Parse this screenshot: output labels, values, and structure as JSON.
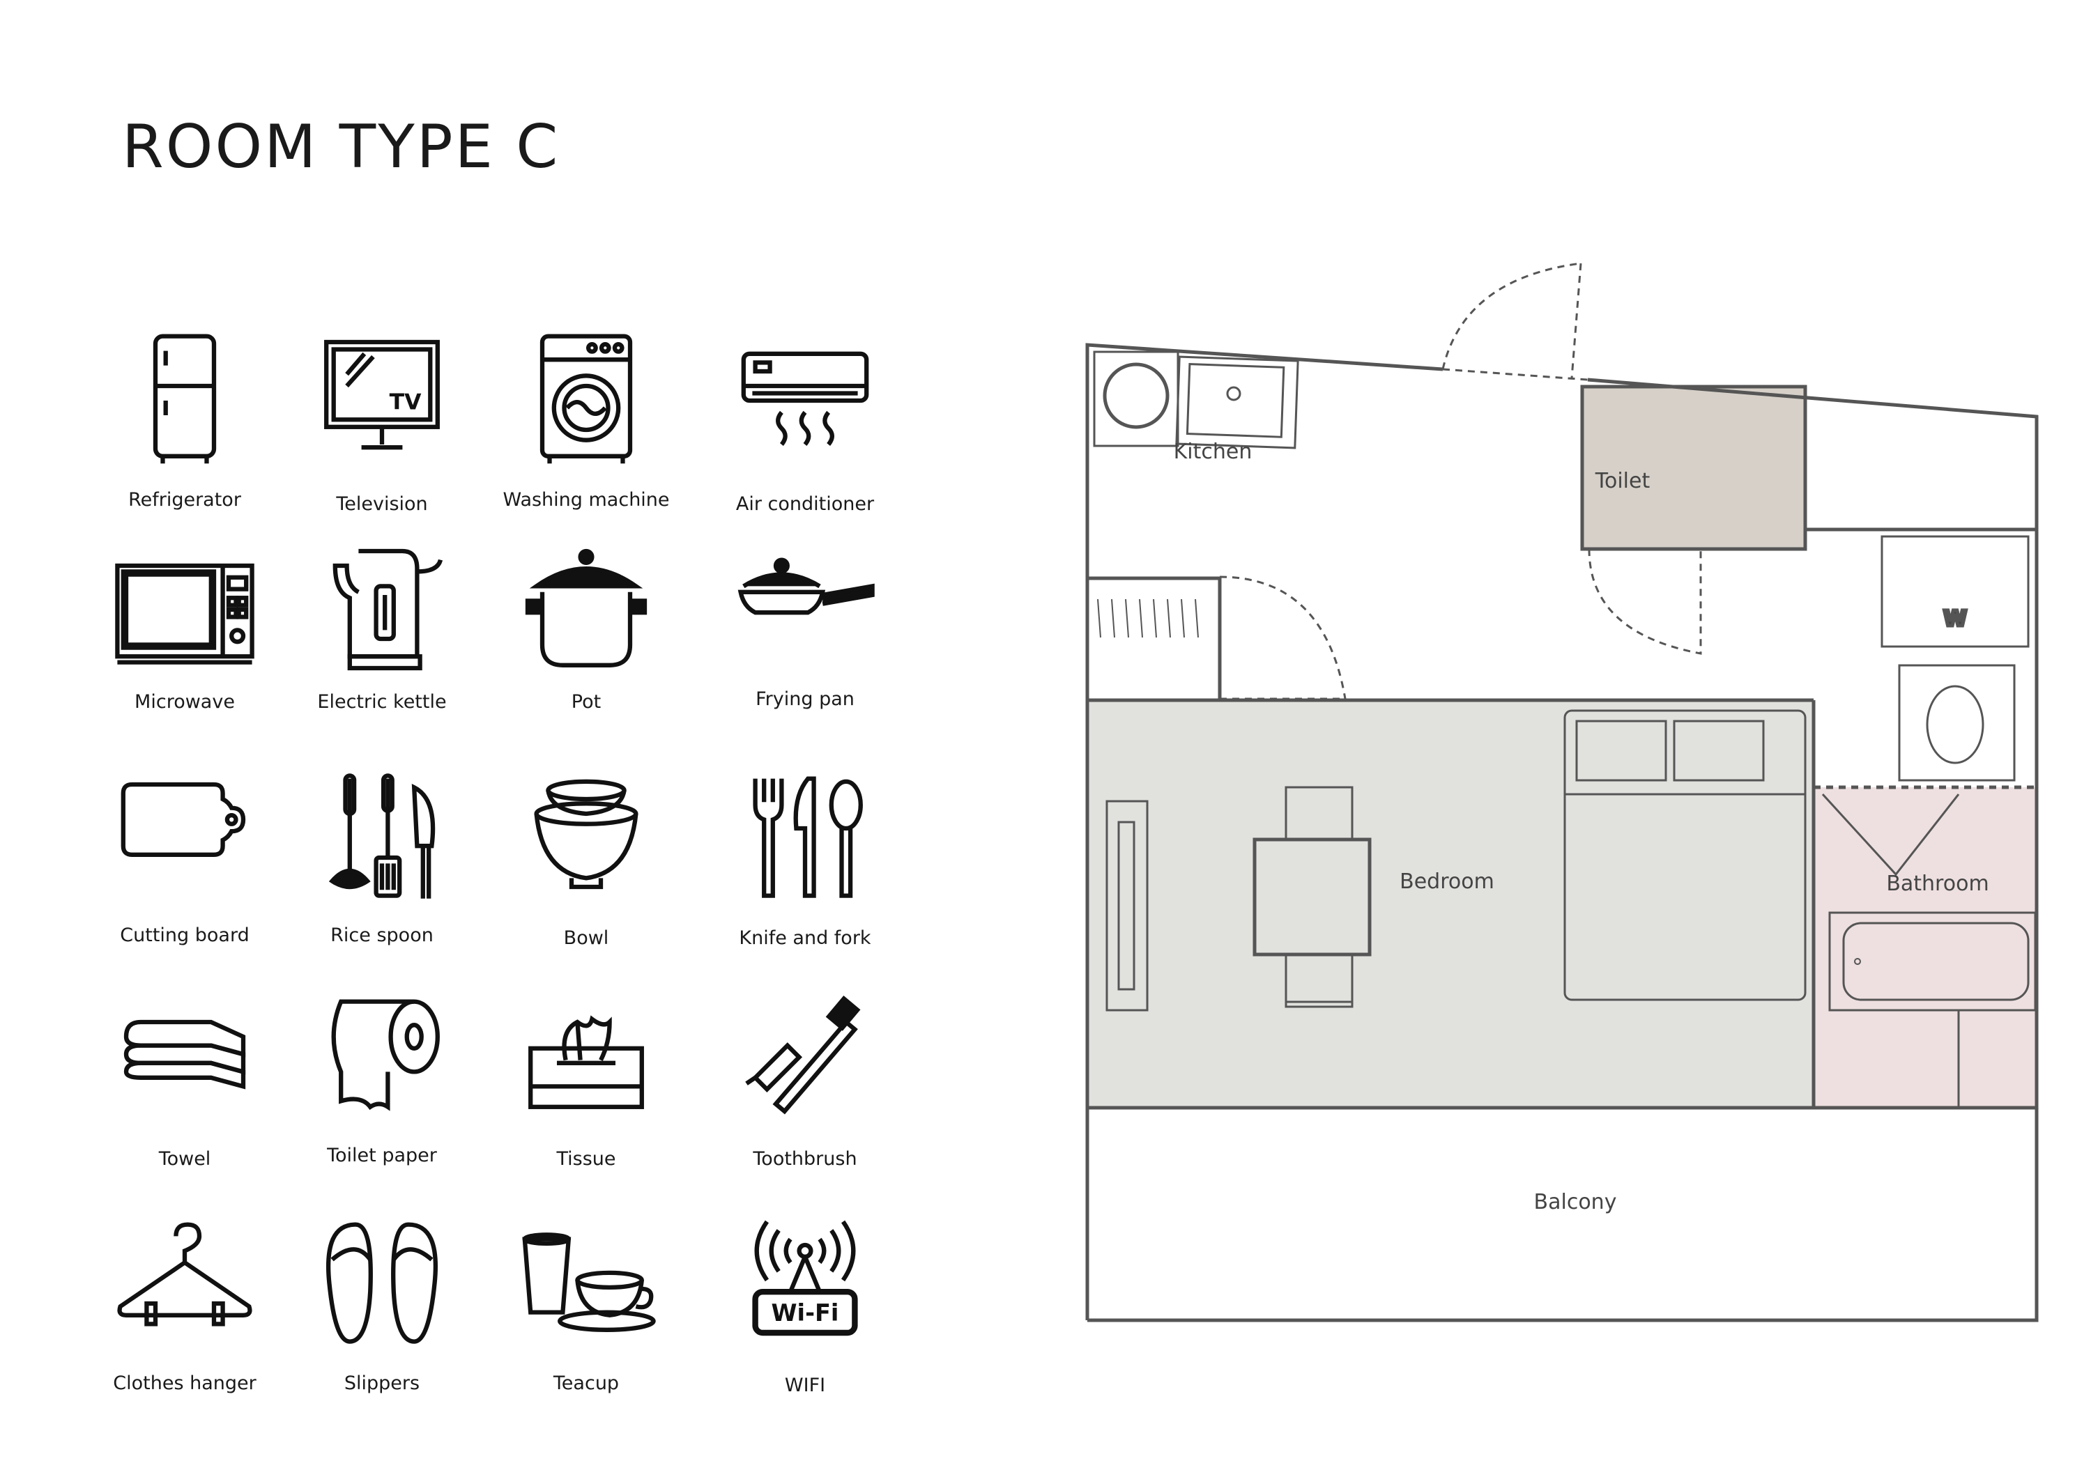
{
  "title": "ROOM TYPE C",
  "amenities": [
    {
      "label": "Refrigerator",
      "icon": "refrigerator-icon"
    },
    {
      "label": "Television",
      "icon": "television-icon",
      "screen_text": "TV"
    },
    {
      "label": "Washing machine",
      "icon": "washing-machine-icon"
    },
    {
      "label": "Air conditioner",
      "icon": "air-conditioner-icon"
    },
    {
      "label": "Microwave",
      "icon": "microwave-icon"
    },
    {
      "label": "Electric kettle",
      "icon": "electric-kettle-icon"
    },
    {
      "label": "Pot",
      "icon": "pot-icon"
    },
    {
      "label": "Frying pan",
      "icon": "frying-pan-icon"
    },
    {
      "label": "Cutting board",
      "icon": "cutting-board-icon"
    },
    {
      "label": "Rice spoon",
      "icon": "rice-spoon-icon"
    },
    {
      "label": "Bowl",
      "icon": "bowl-icon"
    },
    {
      "label": "Knife and fork",
      "icon": "knife-and-fork-icon"
    },
    {
      "label": "Towel",
      "icon": "towel-icon"
    },
    {
      "label": "Toilet paper",
      "icon": "toilet-paper-icon"
    },
    {
      "label": "Tissue",
      "icon": "tissue-icon"
    },
    {
      "label": "Toothbrush",
      "icon": "toothbrush-icon"
    },
    {
      "label": "Clothes hanger",
      "icon": "clothes-hanger-icon"
    },
    {
      "label": "Slippers",
      "icon": "slippers-icon"
    },
    {
      "label": "Teacup",
      "icon": "teacup-icon"
    },
    {
      "label": "WIFI",
      "icon": "wifi-icon",
      "badge_text": "Wi-Fi"
    }
  ],
  "floorplan": {
    "rooms": {
      "kitchen": "Kitchen",
      "toilet": "Toilet",
      "bedroom": "Bedroom",
      "bathroom": "Bathroom",
      "balcony": "Balcony"
    },
    "washer_mark": "W",
    "colors": {
      "wall": "#555555",
      "toilet_fill": "#d6d0c9",
      "bedroom_fill": "#e1e2de",
      "bathroom_fill": "#eedfe0"
    }
  }
}
